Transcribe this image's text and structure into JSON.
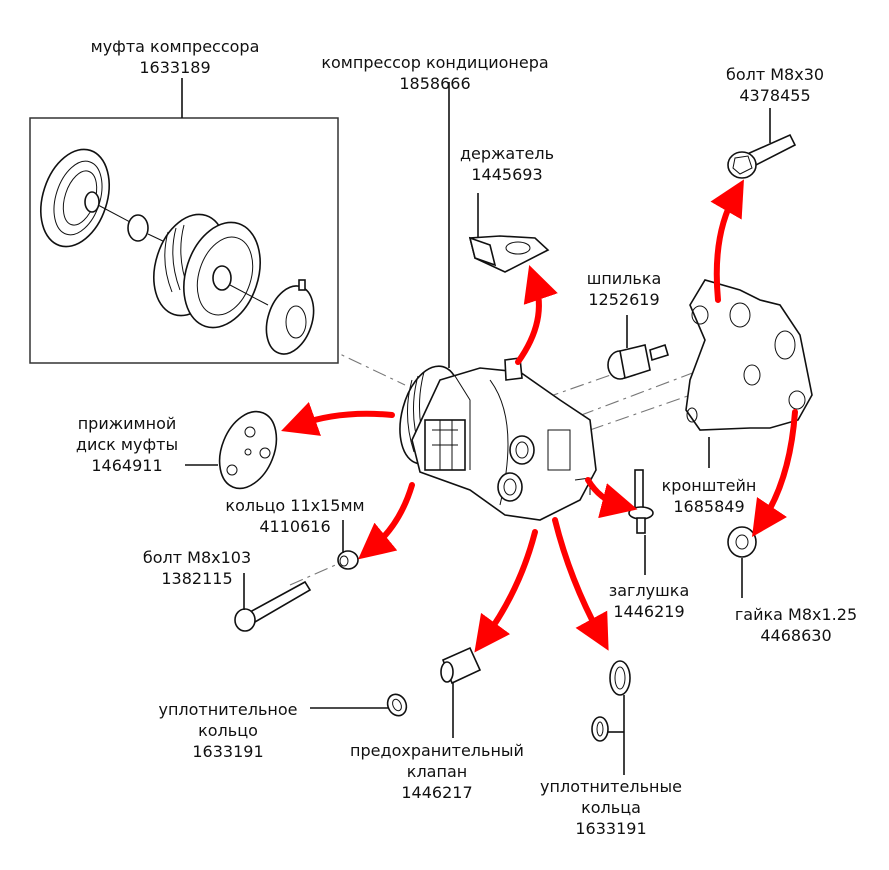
{
  "title": "Схема компрессора кондиционера",
  "colors": {
    "arrow": "#ff0000",
    "line": "#111111",
    "text": "#111111",
    "background": "#ffffff"
  },
  "parts": {
    "clutch": {
      "name": "муфта компрессора",
      "number": "1633189"
    },
    "compressor": {
      "name": "компрессор кондиционера",
      "number": "1858666"
    },
    "holder": {
      "name": "держатель",
      "number": "1445693"
    },
    "bolt_m8x30": {
      "name": "болт M8x30",
      "number": "4378455"
    },
    "stud": {
      "name": "шпилька",
      "number": "1252619"
    },
    "pressure_plate": {
      "name_line1": "прижимной",
      "name_line2": "диск муфты",
      "number": "1464911"
    },
    "ring_11x15": {
      "name": "кольцо 11x15мм",
      "number": "4110616"
    },
    "bolt_m8x103": {
      "name": "болт M8x103",
      "number": "1382115"
    },
    "bracket": {
      "name": "кронштейн",
      "number": "1685849"
    },
    "plug": {
      "name": "заглушка",
      "number": "1446219"
    },
    "nut": {
      "name": "гайка M8x1.25",
      "number": "4468630"
    },
    "seal_ring": {
      "name_line1": "уплотнительное",
      "name_line2": "кольцо",
      "number": "1633191"
    },
    "relief_valve": {
      "name_line1": "предохранительный",
      "name_line2": "клапан",
      "number": "1446217"
    },
    "seal_rings": {
      "name_line1": "уплотнительные",
      "name_line2": "кольца",
      "number": "1633191"
    }
  }
}
